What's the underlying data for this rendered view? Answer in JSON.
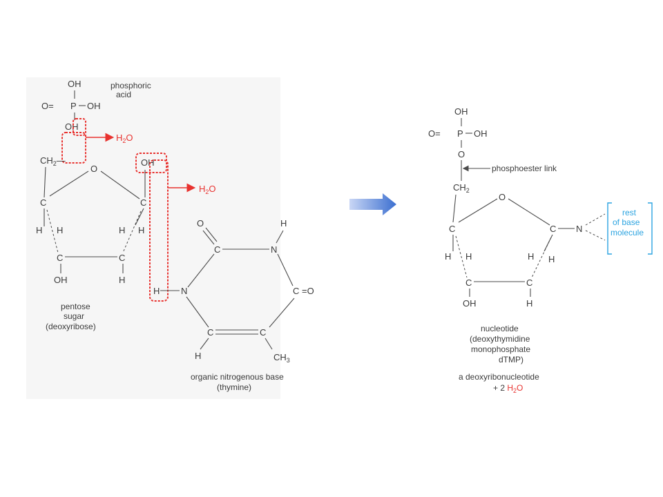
{
  "left": {
    "phosphoric_label": [
      "phosphoric",
      "acid"
    ],
    "atoms": {
      "oh_top": "OH",
      "o_eq": "O=",
      "p": "P",
      "oh_right": "OH",
      "oh_below": "OH",
      "ch2_a": "CH",
      "ch2_sub": "2",
      "ch2_b": "—",
      "ring_o": "O",
      "c1": "C",
      "c4": "C",
      "oh_c1": "OH",
      "h_a": "H",
      "h_b": "H",
      "h_c": "H",
      "h_d": "H",
      "c3": "C",
      "c2": "C",
      "oh_c3": "OH",
      "h_c2": "H",
      "base_o_top": "O",
      "base_h_top": "H",
      "base_c_top": "C",
      "base_n_top": "N",
      "base_n_left": "N",
      "base_h_left": "H",
      "base_c_right": "C",
      "base_o_right": "=O",
      "base_c_bl": "C",
      "base_c_br": "C",
      "base_h_bottom": "H",
      "base_ch": "CH",
      "base_ch_sub": "3"
    },
    "water_1": {
      "h": "H",
      "sub": "2",
      "o": "O"
    },
    "water_2": {
      "h": "H",
      "sub": "2",
      "o": "O"
    },
    "sugar_label": [
      "pentose",
      "sugar",
      "(deoxyribose)"
    ],
    "base_label": [
      "organic nitrogenous base",
      "(thymine)"
    ]
  },
  "right": {
    "atoms": {
      "oh_top": "OH",
      "o_eq": "O=",
      "p": "P",
      "oh_right": "OH",
      "o_link": "O",
      "ch2": "CH",
      "ch2_sub": "2",
      "ring_o": "O",
      "c4": "C",
      "c1": "C",
      "n": "N",
      "h_a": "H",
      "h_b": "H",
      "h_c": "H",
      "h_d": "H",
      "c3": "C",
      "c2": "C",
      "oh_c3": "OH",
      "h_c2": "H"
    },
    "phosphoester_label": "phosphoester link",
    "rest_label": [
      "rest",
      "of base",
      "molecule"
    ],
    "nucleotide_label": [
      "nucleotide",
      "(deoxythymidine",
      "monophosphate",
      "dTMP)"
    ],
    "deoxy_label": "a deoxyribonucleotide",
    "plus_label": "+ 2",
    "water": {
      "h": "H",
      "sub": "2",
      "o": "O"
    }
  },
  "colors": {
    "accent_red": "#e8322f",
    "accent_blue": "#2aa3e0",
    "arrow_blue": "#3b6fd0"
  }
}
